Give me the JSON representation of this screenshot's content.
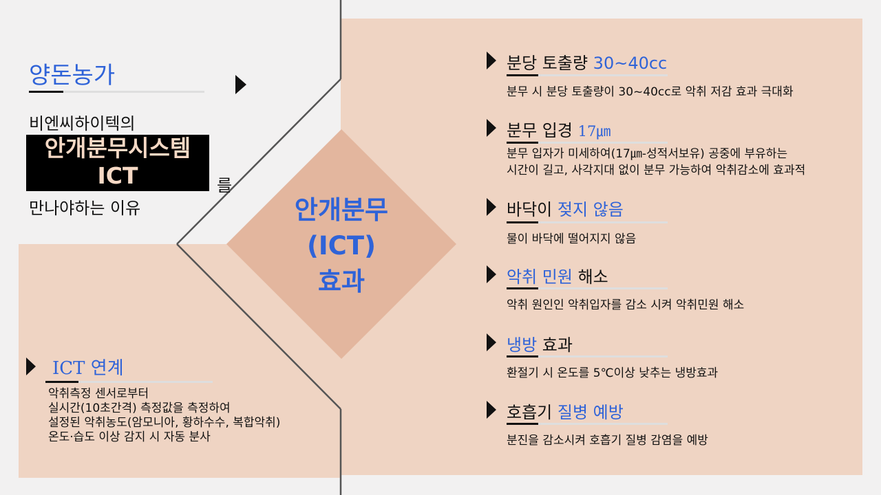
{
  "left": {
    "farm_title": "양돈농가",
    "intro_line": "비엔씨하이텍의",
    "highlight_line1": "안개분무시스템",
    "highlight_line2": "ICT",
    "particle": "를",
    "reason_line": "만나야하는 이유"
  },
  "center": {
    "line1": "안개분무",
    "line2": "(ICT)",
    "line3": "효과"
  },
  "items": [
    {
      "title_plain1": "분당 토출량 ",
      "title_blue": "30~40cc",
      "title_plain2": "",
      "desc": [
        "분무 시 분당 토출량이 30~40cc로 악취 저감 효과 극대화"
      ]
    },
    {
      "title_plain1": "분무 입경 ",
      "title_blue": "17㎛",
      "title_plain2": "",
      "desc": [
        "분무 입자가 미세하여(17㎛-성적서보유) 공중에 부유하는",
        "시간이 길고, 사각지대 없이 분무 가능하여 악취감소에 효과적"
      ]
    },
    {
      "title_plain1": "바닥이 ",
      "title_blue": "젖지 않음",
      "title_plain2": "",
      "desc": [
        "물이 바닥에 떨어지지 않음"
      ]
    },
    {
      "title_plain1": "",
      "title_blue": "악취 민원",
      "title_plain2": " 해소",
      "desc": [
        "악취 원인인 악취입자를 감소 시켜 악취민원 해소"
      ]
    },
    {
      "title_plain1": "",
      "title_blue": "냉방",
      "title_plain2": " 효과",
      "desc": [
        "환절기 시 온도를 5℃이상 낮추는 냉방효과"
      ]
    },
    {
      "title_plain1": "호흡기 ",
      "title_blue": "질병 예방",
      "title_plain2": "",
      "desc": [
        "분진을 감소시켜 호흡기 질병 감염을 예방"
      ]
    }
  ],
  "ict": {
    "title": "ICT 연계",
    "desc": [
      "악취측정 센서로부터",
      "실시간(10초간격) 측정값을 측정하여",
      "설정된 악취농도(암모니아, 황하수수, 복합악취)",
      "온도·습도 이상 감지 시 자동 분사"
    ]
  },
  "colors": {
    "accent_blue": "#2f63d8",
    "panel_peach": "#efd4c3",
    "diamond": "#e3b69e"
  }
}
